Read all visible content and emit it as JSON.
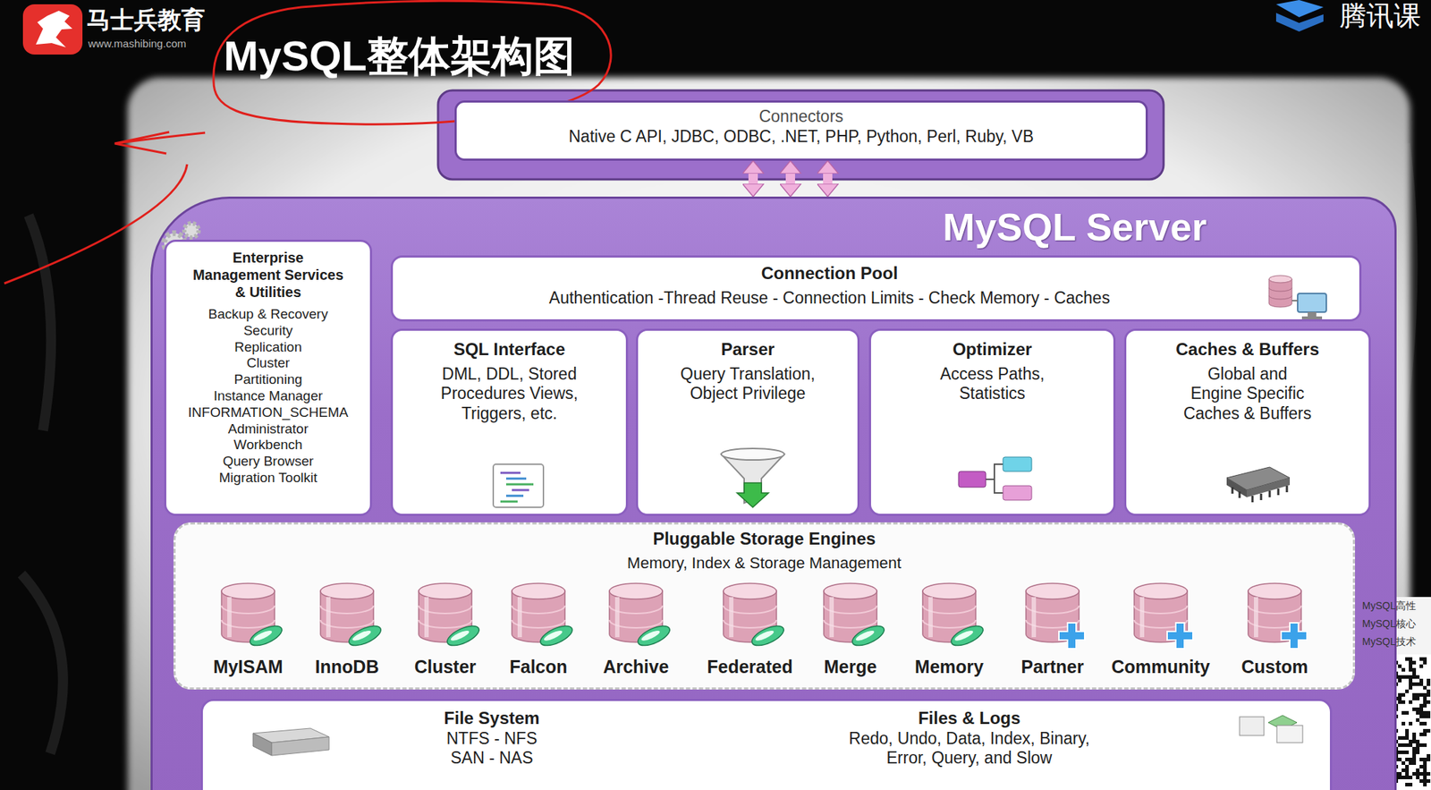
{
  "diagram": {
    "title": "MySQL整体架构图",
    "nodes": [
      {
        "text": [
          "Connectors",
          "Native C API, JDBC, ODBC, .NET, PHP, Python, Perl, Ruby, VB"
        ]
      },
      {
        "text": [
          "MySQL Server"
        ]
      },
      {
        "text": [
          "Enterprise Management Services & Utilities",
          "Backup & Recovery",
          "Security",
          "Replication",
          "Cluster",
          "Partitioning",
          "Instance Manager",
          "INFORMATION_SCHEMA",
          "Administrator",
          "Workbench",
          "Query Browser",
          "Migration Toolkit"
        ],
        "in": 1
      },
      {
        "text": [
          "Connection Pool",
          "Authentication -Thread Reuse - Connection Limits - Check Memory - Caches"
        ],
        "in": 1
      },
      {
        "text": [
          "SQL Interface",
          "DML, DDL, Stored Procedures Views, Triggers, etc."
        ],
        "in": 1
      },
      {
        "text": [
          "Parser",
          "Query Translation, Object Privilege"
        ],
        "in": 1
      },
      {
        "text": [
          "Optimizer",
          "Access Paths, Statistics"
        ],
        "in": 1
      },
      {
        "text": [
          "Caches & Buffers",
          "Global and Engine Specific Caches & Buffers"
        ],
        "in": 1
      },
      {
        "text": [
          "Pluggable Storage Engines",
          "Memory, Index & Storage Management"
        ],
        "in": 1
      },
      {
        "text": [
          "MyISAM"
        ],
        "in": 8
      },
      {
        "text": [
          "InnoDB"
        ],
        "in": 8
      },
      {
        "text": [
          "Cluster"
        ],
        "in": 8
      },
      {
        "text": [
          "Falcon"
        ],
        "in": 8
      },
      {
        "text": [
          "Archive"
        ],
        "in": 8
      },
      {
        "text": [
          "Federated"
        ],
        "in": 8
      },
      {
        "text": [
          "Merge"
        ],
        "in": 8
      },
      {
        "text": [
          "Memory"
        ],
        "in": 8
      },
      {
        "text": [
          "Partner"
        ],
        "in": 8
      },
      {
        "text": [
          "Community"
        ],
        "in": 8
      },
      {
        "text": [
          "Custom"
        ],
        "in": 8
      },
      {
        "text": [
          "File System",
          "NTFS - NFS",
          "SAN - NAS",
          "Files & Logs",
          "Redo, Undo, Data, Index, Binary,",
          "Error, Query, and Slow"
        ],
        "in": 1
      }
    ],
    "edges": [
      {
        "from": 0,
        "to": 1,
        "arrow": "both"
      },
      {
        "from": 0,
        "to": 1,
        "arrow": "both"
      },
      {
        "from": 0,
        "to": 1,
        "arrow": "both"
      }
    ],
    "labels": [
      "马士兵教育",
      "www.mashibing.com",
      "腾讯课",
      "MySQL高性",
      "MySQL核心",
      "MySQL技术"
    ]
  }
}
